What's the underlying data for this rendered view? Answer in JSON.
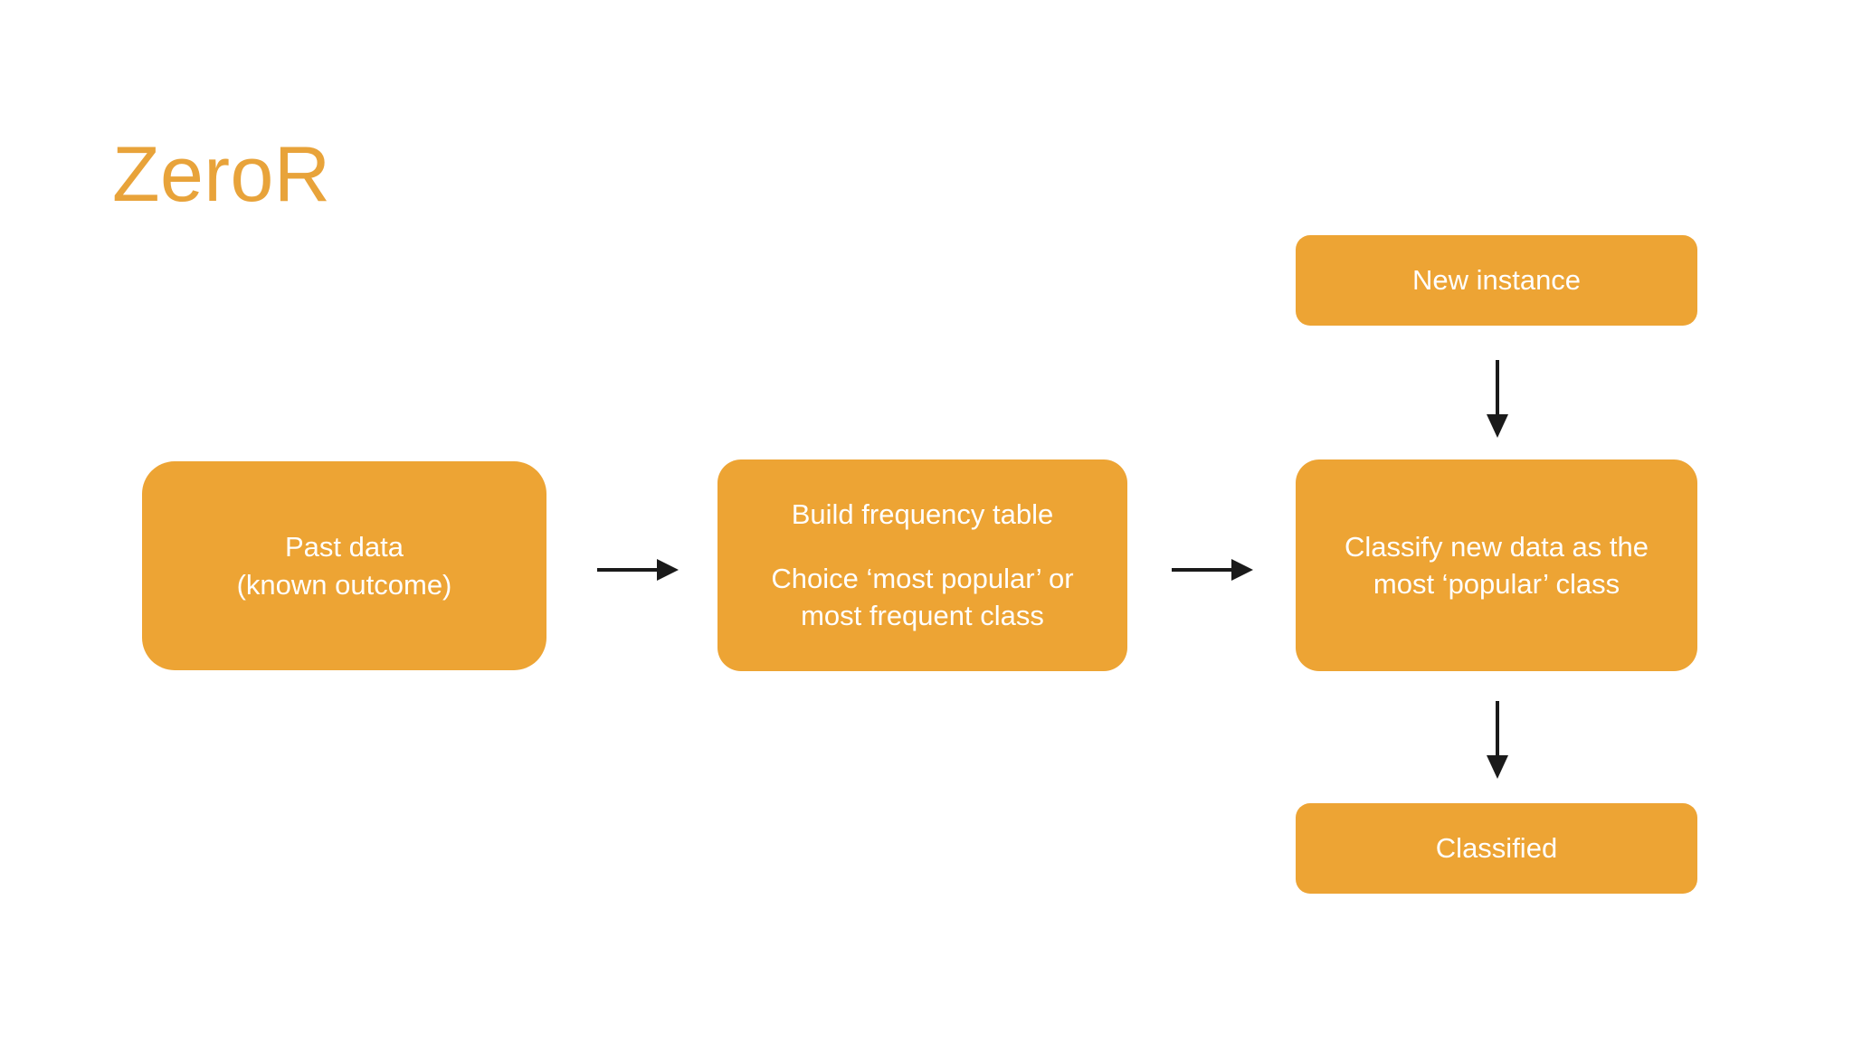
{
  "slide": {
    "title": "ZeroR",
    "background_color": "#FFFFFF",
    "accent_color": "#EDA434",
    "title_color": "#E8A33A",
    "box_text_color": "#FFFFFF",
    "arrow_color": "#1A1A1A"
  },
  "boxes": {
    "past_data": {
      "line1": "Past data",
      "line2": "(known outcome)"
    },
    "build_table": {
      "line1": "Build frequency table",
      "line2": "Choice ‘most popular’ or",
      "line3": "most frequent class"
    },
    "classify": {
      "line1": "Classify new data as the",
      "line2": "most ‘popular’ class"
    },
    "new_instance": {
      "line1": "New instance"
    },
    "classified": {
      "line1": "Classified"
    }
  },
  "arrows": [
    {
      "name": "past-data-to-build-table",
      "direction": "right"
    },
    {
      "name": "build-table-to-classify",
      "direction": "right"
    },
    {
      "name": "new-instance-to-classify",
      "direction": "down"
    },
    {
      "name": "classify-to-classified",
      "direction": "down"
    }
  ]
}
